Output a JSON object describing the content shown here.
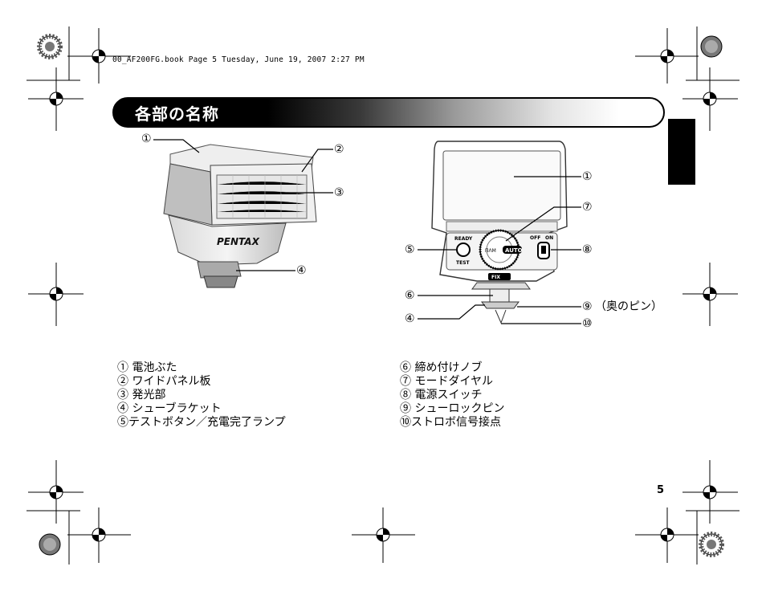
{
  "header": {
    "file_line": "00_AF200FG.book  Page 5  Tuesday, June 19, 2007  2:27 PM"
  },
  "section": {
    "title": "各部の名称"
  },
  "figures": {
    "left_callouts": [
      "①",
      "②",
      "③",
      "④"
    ],
    "right_callouts": {
      "c1": "①",
      "c7": "⑦",
      "c5": "⑤",
      "c8": "⑧",
      "c6": "⑥",
      "c4": "④",
      "c9": "⑨",
      "c9_note": "（奥のピン）",
      "c10": "⑩"
    },
    "flash_front_brand": "PENTAX",
    "rear_labels": {
      "ready": "READY",
      "test": "TEST",
      "off": "OFF",
      "on": "ON",
      "auto": "AUTO",
      "fix": "FIX"
    }
  },
  "parts_list": {
    "left": [
      "① 電池ぶた",
      "② ワイドパネル板",
      "③ 発光部",
      "④ シューブラケット",
      "⑤テストボタン／充電完了ランプ"
    ],
    "right": [
      "⑥ 締め付けノブ",
      "⑦ モードダイヤル",
      "⑧ 電源スイッチ",
      "⑨ シューロックピン",
      "⑩ストロボ信号接点"
    ]
  },
  "page_number": "5"
}
